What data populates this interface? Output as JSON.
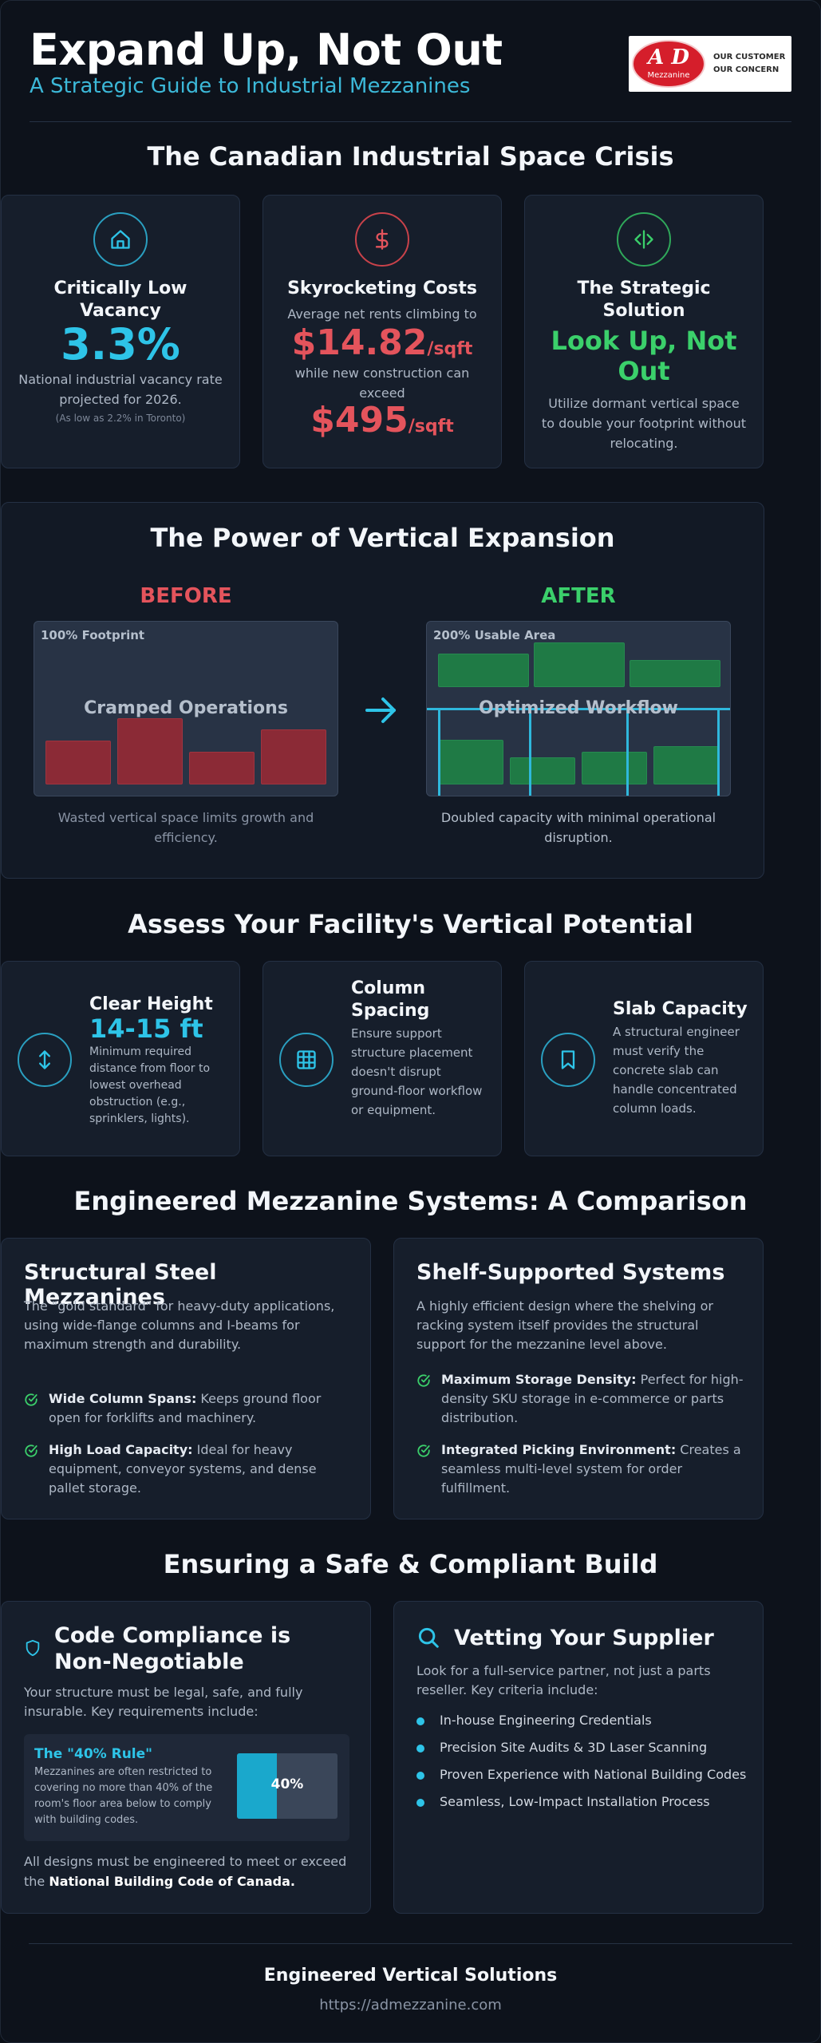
{
  "header": {
    "title": "Expand Up, Not Out",
    "subtitle": "A Strategic Guide to Industrial Mezzanines",
    "logo": {
      "mark": "A D",
      "sub": "Mezzanine",
      "tagline_1": "OUR CUSTOMER",
      "tagline_2": "OUR CONCERN"
    }
  },
  "crisis": {
    "title": "The Canadian Industrial Space Crisis",
    "cards": [
      {
        "icon": "home-icon",
        "color": "#2ec4e8",
        "title": "Critically Low Vacancy",
        "big": "3.3%",
        "desc": "National industrial vacancy rate projected for 2026.",
        "note": "(As low as 2.2% in Toronto)"
      },
      {
        "icon": "dollar-icon",
        "color": "#e4545c",
        "title": "Skyrocketing Costs",
        "line1": "Average net rents climbing to",
        "price1": "$14.82",
        "unit1": "/sqft",
        "line2": "while new construction can exceed",
        "price2": "$495",
        "unit2": "/sqft"
      },
      {
        "icon": "split-arrows-icon",
        "color": "#3bd06b",
        "title": "The Strategic Solution",
        "big": "Look Up, Not Out",
        "desc": "Utilize dormant vertical space to double your footprint without relocating."
      }
    ]
  },
  "vertical": {
    "title": "The Power of Vertical Expansion",
    "before": {
      "label": "BEFORE",
      "tag": "100% Footprint",
      "center": "Cramped Operations",
      "caption": "Wasted vertical space limits growth and efficiency."
    },
    "after": {
      "label": "AFTER",
      "tag": "200% Usable Area",
      "center": "Optimized Workflow",
      "caption": "Doubled capacity with minimal operational disruption."
    }
  },
  "assess": {
    "title": "Assess Your Facility's Vertical Potential",
    "cards": [
      {
        "icon": "vertical-arrows-icon",
        "title": "Clear Height",
        "big": "14-15 ft",
        "desc": "Minimum required distance from floor to lowest overhead obstruction (e.g., sprinklers, lights)."
      },
      {
        "icon": "grid-icon",
        "title": "Column Spacing",
        "desc": "Ensure support structure placement doesn't disrupt ground-floor workflow or equipment."
      },
      {
        "icon": "bookmark-icon",
        "title": "Slab Capacity",
        "desc": "A structural engineer must verify the concrete slab can handle concentrated column loads."
      }
    ]
  },
  "comparison": {
    "title": "Engineered Mezzanine Systems: A Comparison",
    "cards": [
      {
        "title": "Structural Steel Mezzanines",
        "desc": "The \"gold standard\" for heavy-duty applications, using wide-flange columns and I-beams for maximum strength and durability.",
        "features": [
          {
            "bold": "Wide Column Spans:",
            "text": " Keeps ground floor open for forklifts and machinery."
          },
          {
            "bold": "High Load Capacity:",
            "text": " Ideal for heavy equipment, conveyor systems, and dense pallet storage."
          }
        ]
      },
      {
        "title": "Shelf-Supported Systems",
        "desc": "A highly efficient design where the shelving or racking system itself provides the structural support for the mezzanine level above.",
        "features": [
          {
            "bold": "Maximum Storage Density:",
            "text": " Perfect for high-density SKU storage in e-commerce or parts distribution."
          },
          {
            "bold": "Integrated Picking Environment:",
            "text": " Creates a seamless multi-level system for order fulfillment."
          }
        ]
      }
    ]
  },
  "safety": {
    "title": "Ensuring a Safe & Compliant Build",
    "compliance": {
      "title": "Code Compliance is Non-Negotiable",
      "desc": "Your structure must be legal, safe, and fully insurable. Key requirements include:",
      "rule_title": "The \"40% Rule\"",
      "rule_desc": "Mezzanines are often restricted to covering no more than 40% of the room's floor area below to comply with building codes.",
      "rule_percent": 40,
      "rule_label": "40%",
      "foot_text": "All designs must be engineered to meet or exceed the ",
      "foot_bold": "National Building Code of Canada."
    },
    "vetting": {
      "title": "Vetting Your Supplier",
      "desc": "Look for a full-service partner, not just a parts reseller. Key criteria include:",
      "items": [
        "In-house Engineering Credentials",
        "Precision Site Audits & 3D Laser Scanning",
        "Proven Experience with National Building Codes",
        "Seamless, Low-Impact Installation Process"
      ]
    }
  },
  "footer": {
    "title": "Engineered Vertical Solutions",
    "url": "https://admezzanine.com"
  }
}
